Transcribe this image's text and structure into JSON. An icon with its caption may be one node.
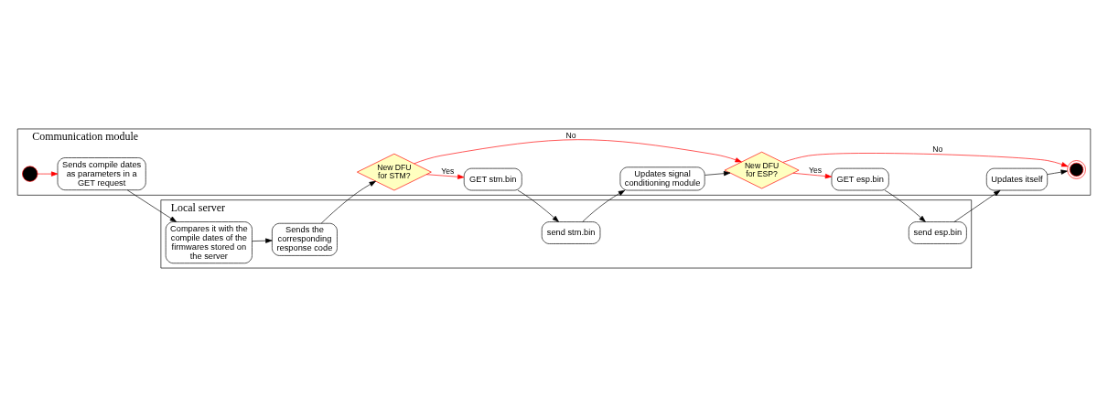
{
  "diagram": {
    "nodes": [
      {
        "text": [
          "Local server"
        ]
      },
      {
        "text": [
          "Compares it with the compile dates of the firmwares stored on the server"
        ],
        "in": 0
      },
      {
        "text": [
          "Sends the corresponding response code"
        ],
        "in": 0
      },
      {
        "text": [
          "send stm.bin"
        ],
        "in": 0
      },
      {
        "text": [
          "send esp.bin"
        ],
        "in": 0
      },
      {
        "text": [
          "Communication module"
        ]
      },
      {
        "text": [],
        "shape": "circle",
        "in": 5
      },
      {
        "text": [
          "Sends compile dates as parameters in a GET request"
        ],
        "in": 5
      },
      {
        "text": [
          "New DFU for STM?"
        ],
        "in": 5
      },
      {
        "text": [
          "GET stm.bin"
        ],
        "in": 5
      },
      {
        "text": [
          "Updates signal conditioning module"
        ],
        "in": 5
      },
      {
        "text": [
          "New DFU for ESP?"
        ],
        "in": 5
      },
      {
        "text": [
          "GET esp.bin"
        ],
        "in": 5
      },
      {
        "text": [
          "Updates itself"
        ],
        "in": 5
      },
      {
        "text": [],
        "shape": "circle",
        "in": 5
      }
    ],
    "edges": [
      {
        "from": 6,
        "to": 7,
        "arrow": "to",
        "color": "#ff0000"
      },
      {
        "from": 7,
        "to": 1,
        "arrow": "to"
      },
      {
        "from": 1,
        "to": 2,
        "arrow": "to"
      },
      {
        "from": 2,
        "to": 8,
        "arrow": "to"
      },
      {
        "from": 8,
        "to": 9,
        "arrow": "to",
        "label": "Yes",
        "color": "#ff0000"
      },
      {
        "from": 9,
        "to": 3,
        "arrow": "to"
      },
      {
        "from": 3,
        "to": 10,
        "arrow": "to"
      },
      {
        "from": 10,
        "to": 11,
        "arrow": "to"
      },
      {
        "from": 8,
        "to": 11,
        "arrow": "to",
        "label": "No",
        "color": "#ff0000"
      },
      {
        "from": 11,
        "to": 12,
        "arrow": "to",
        "label": "Yes",
        "color": "#ff0000"
      },
      {
        "from": 12,
        "to": 4,
        "arrow": "to"
      },
      {
        "from": 4,
        "to": 13,
        "arrow": "to"
      },
      {
        "from": 11,
        "to": 14,
        "arrow": "to",
        "label": "No",
        "color": "#ff0000"
      },
      {
        "from": 13,
        "to": 14,
        "arrow": "to"
      }
    ]
  }
}
